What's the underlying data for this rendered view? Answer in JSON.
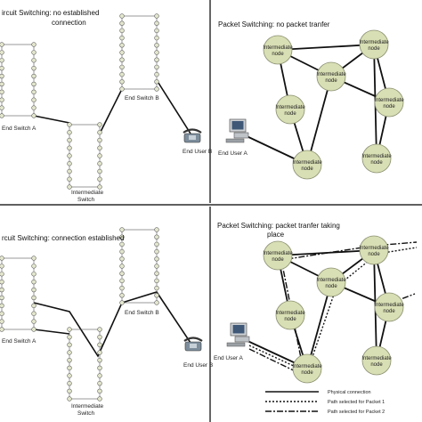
{
  "quadrants": {
    "tl": {
      "title_lines": [
        "ircuit Switching: no established",
        "connection"
      ],
      "end_switch_a": "End Switch A",
      "intermediate_switch": [
        "Intermediate",
        "Switch"
      ],
      "end_switch_b": "End Switch B",
      "end_user_b": "End User B"
    },
    "tr": {
      "title": "Packet Switching: no packet tranfer",
      "end_user_a": "End User A"
    },
    "bl": {
      "title": "rcuit Switching: connection established",
      "end_switch_a": "End Switch A",
      "intermediate_switch": [
        "Intermediate",
        "Switch"
      ],
      "end_switch_b": "End Switch B",
      "end_user_b": "End User B"
    },
    "br": {
      "title_lines": [
        "Packet Switching: packet tranfer taking",
        "place"
      ],
      "end_user_a": "End User A"
    }
  },
  "node_label": [
    "Intermediate",
    "node"
  ],
  "legend": {
    "physical": "Physical connection",
    "packet1": "Path selected for Packet 1",
    "packet2": "Path selected for Packet 2"
  },
  "colors": {
    "node_fill": "#d9dfb4",
    "node_stroke": "#8a8f70",
    "line": "#111111",
    "port_fill": "#e3e6cc",
    "frame": "#000000"
  }
}
